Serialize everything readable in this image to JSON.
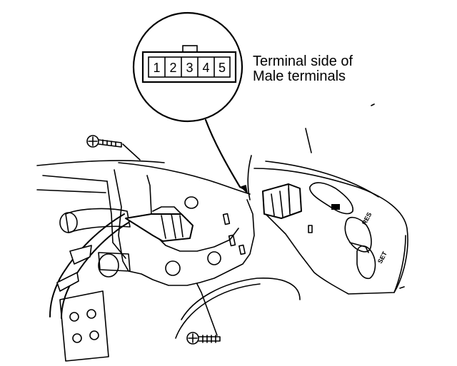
{
  "connector": {
    "pins": [
      "1",
      "2",
      "3",
      "4",
      "5"
    ]
  },
  "caption": {
    "line1": "Terminal side of",
    "line2": "Male terminals"
  },
  "buttons": {
    "upper": "RES",
    "lower": "SET"
  },
  "colors": {
    "ink": "#000000",
    "paper": "#ffffff"
  }
}
